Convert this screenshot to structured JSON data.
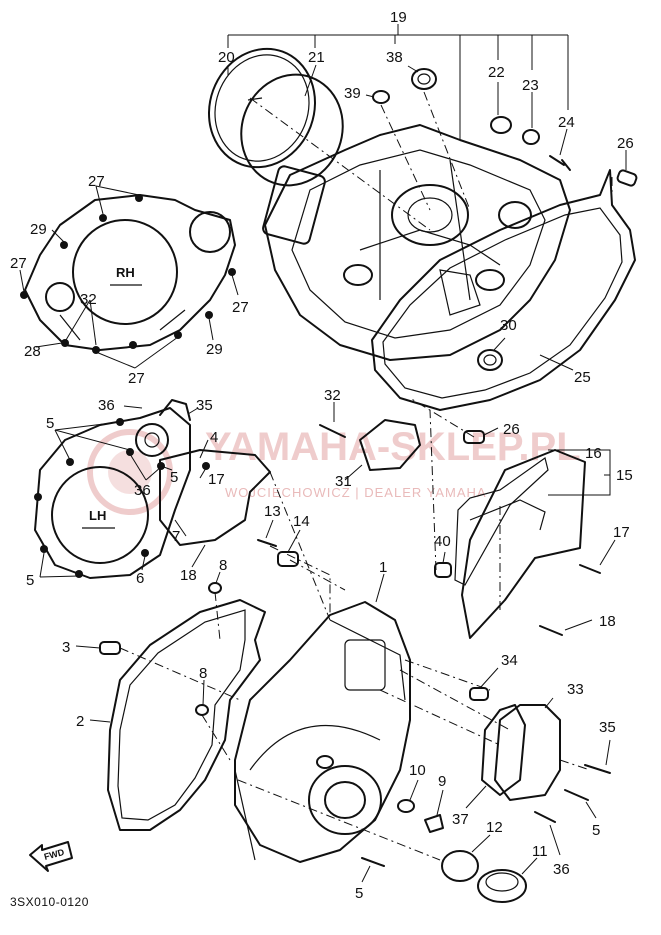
{
  "diagram": {
    "drawing_code": "3SX010-0120",
    "watermark": {
      "main": "YAMAHA-SKLEP.PL",
      "sub": "WOJCIECHOWICZ | DEALER YAMAHA"
    },
    "cover_marks": {
      "right": "RH",
      "left": "LH"
    },
    "direction_mark": "FWD",
    "colors": {
      "ink": "#111111",
      "watermark": "#e2a3a3"
    },
    "callouts": [
      {
        "id": "c19",
        "label": "19"
      },
      {
        "id": "c20",
        "label": "20"
      },
      {
        "id": "c21",
        "label": "21"
      },
      {
        "id": "c38",
        "label": "38"
      },
      {
        "id": "c39",
        "label": "39"
      },
      {
        "id": "c22",
        "label": "22"
      },
      {
        "id": "c23",
        "label": "23"
      },
      {
        "id": "c24",
        "label": "24"
      },
      {
        "id": "c26a",
        "label": "26"
      },
      {
        "id": "c27a",
        "label": "27"
      },
      {
        "id": "c29a",
        "label": "29"
      },
      {
        "id": "c27b",
        "label": "27"
      },
      {
        "id": "c27c",
        "label": "27"
      },
      {
        "id": "c32a",
        "label": "32"
      },
      {
        "id": "c28",
        "label": "28"
      },
      {
        "id": "c29b",
        "label": "29"
      },
      {
        "id": "c27d",
        "label": "27"
      },
      {
        "id": "c30",
        "label": "30"
      },
      {
        "id": "c25",
        "label": "25"
      },
      {
        "id": "c32b",
        "label": "32"
      },
      {
        "id": "c26b",
        "label": "26"
      },
      {
        "id": "c36a",
        "label": "36"
      },
      {
        "id": "c35a",
        "label": "35"
      },
      {
        "id": "c5a",
        "label": "5"
      },
      {
        "id": "c4",
        "label": "4"
      },
      {
        "id": "c16",
        "label": "16"
      },
      {
        "id": "c15",
        "label": "15"
      },
      {
        "id": "c36b",
        "label": "36"
      },
      {
        "id": "c5b",
        "label": "5"
      },
      {
        "id": "c17a",
        "label": "17"
      },
      {
        "id": "c31",
        "label": "31"
      },
      {
        "id": "c13",
        "label": "13"
      },
      {
        "id": "c14",
        "label": "14"
      },
      {
        "id": "c17b",
        "label": "17"
      },
      {
        "id": "c40",
        "label": "40"
      },
      {
        "id": "c7",
        "label": "7"
      },
      {
        "id": "c5c",
        "label": "5"
      },
      {
        "id": "c6",
        "label": "6"
      },
      {
        "id": "c18a",
        "label": "18"
      },
      {
        "id": "c8a",
        "label": "8"
      },
      {
        "id": "c1",
        "label": "1"
      },
      {
        "id": "c18b",
        "label": "18"
      },
      {
        "id": "c3",
        "label": "3"
      },
      {
        "id": "c34",
        "label": "34"
      },
      {
        "id": "c8b",
        "label": "8"
      },
      {
        "id": "c33",
        "label": "33"
      },
      {
        "id": "c2",
        "label": "2"
      },
      {
        "id": "c35b",
        "label": "35"
      },
      {
        "id": "c10",
        "label": "10"
      },
      {
        "id": "c9",
        "label": "9"
      },
      {
        "id": "c37",
        "label": "37"
      },
      {
        "id": "c5d",
        "label": "5"
      },
      {
        "id": "c12",
        "label": "12"
      },
      {
        "id": "c11",
        "label": "11"
      },
      {
        "id": "c36c",
        "label": "36"
      },
      {
        "id": "c5e",
        "label": "5"
      }
    ]
  }
}
